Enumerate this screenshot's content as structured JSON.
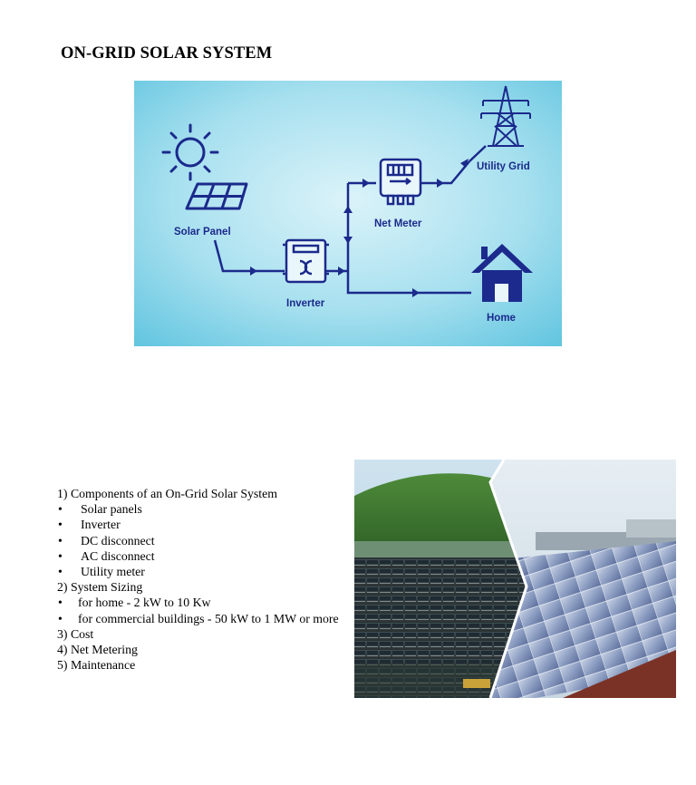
{
  "title": "ON-GRID SOLAR SYSTEM",
  "diagram": {
    "labels": {
      "solar_panel": "Solar Panel",
      "inverter": "Inverter",
      "net_meter": "Net Meter",
      "utility_grid": "Utility Grid",
      "home": "Home"
    },
    "colors": {
      "background_light": "#d6f1f8",
      "background_dark": "#6ccbe3",
      "line": "#1b2a8c"
    }
  },
  "content": {
    "heading1": "1) Components of an On-Grid Solar System",
    "components": [
      "Solar panels",
      "Inverter",
      "DC disconnect",
      "AC disconnect",
      "Utility meter"
    ],
    "heading2": "2) System Sizing",
    "sizing": [
      "for home - 2 kW to 10 Kw",
      "for commercial buildings - 50 kW to 1 MW or more"
    ],
    "heading3": "3) Cost",
    "heading4": "4) Net Metering",
    "heading5": "5) Maintenance",
    "bullet": "•"
  }
}
